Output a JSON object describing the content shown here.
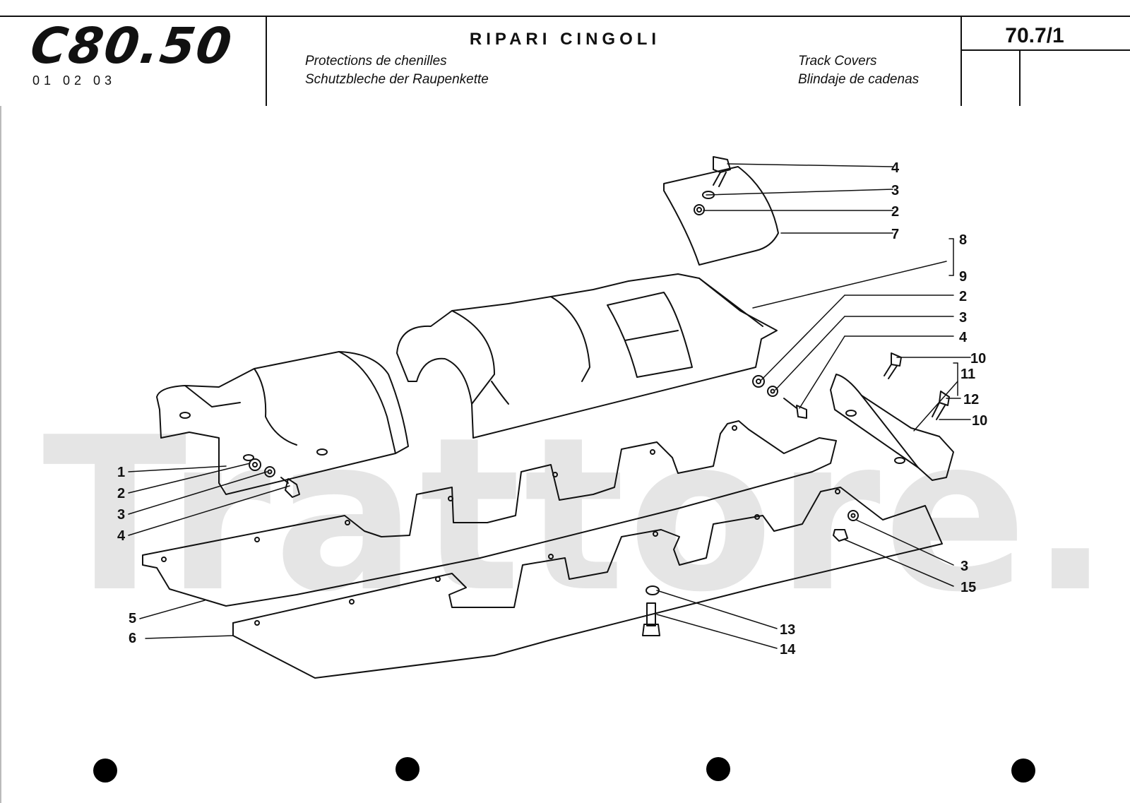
{
  "header": {
    "logo": "C80.50",
    "model_codes": "01 02 03",
    "title": "RIPARI CINGOLI",
    "subtitle_fr": "Protections de chenilles",
    "subtitle_de": "Schutzbleche der Raupenkette",
    "subtitle_en": "Track Covers",
    "subtitle_es": "Blindaje de cadenas",
    "page_number": "70.7/1"
  },
  "watermark": "Trattore.IT",
  "callouts": {
    "c1": "1",
    "c2": "2",
    "c3": "3",
    "c4": "4",
    "c5": "5",
    "c6": "6",
    "c4b": "4",
    "c3b": "3",
    "c2b": "2",
    "c7": "7",
    "c8": "8",
    "c9": "9",
    "c2c": "2",
    "c3c": "3",
    "c4c": "4",
    "c10a": "10",
    "c11": "11",
    "c12": "12",
    "c10b": "10",
    "c3d": "3",
    "c15": "15",
    "c13": "13",
    "c14": "14"
  },
  "colors": {
    "ink": "#111111",
    "watermark": "#a0a0a0",
    "paper": "#ffffff"
  }
}
